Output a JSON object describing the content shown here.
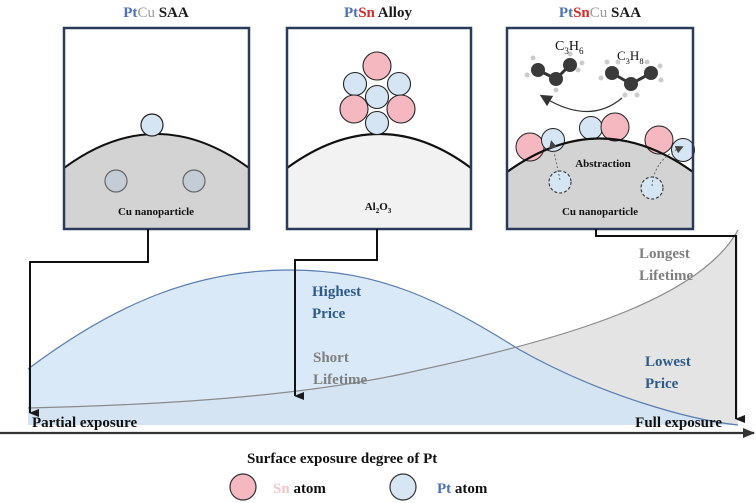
{
  "panels": [
    {
      "title_parts": [
        {
          "text": "Pt",
          "color": "#4a72b8"
        },
        {
          "text": "Cu",
          "color": "#9a9a9a"
        },
        {
          "text": " SAA",
          "color": "#1a1a1a"
        }
      ],
      "support_label": "Cu nanoparticle",
      "support_color": "#d3d3d3"
    },
    {
      "title_parts": [
        {
          "text": "Pt",
          "color": "#4a72b8"
        },
        {
          "text": "Sn",
          "color": "#d62b2b"
        },
        {
          "text": " Alloy",
          "color": "#1a1a1a"
        }
      ],
      "support_label_main": "Al",
      "support_label_sub1": "2",
      "support_label_mid": "O",
      "support_label_sub2": "3",
      "support_color": "#f0f0f0"
    },
    {
      "title_parts": [
        {
          "text": "Pt",
          "color": "#4a72b8"
        },
        {
          "text": "Sn",
          "color": "#d62b2b"
        },
        {
          "text": "Cu",
          "color": "#9a9a9a"
        },
        {
          "text": " SAA",
          "color": "#1a1a1a"
        }
      ],
      "molecule_1": {
        "base": "C",
        "sub1": "3",
        "mid": "H",
        "sub2": "6"
      },
      "molecule_2": {
        "base": "C",
        "sub1": "3",
        "mid": "H",
        "sub2": "8"
      },
      "process_label": "Abstraction",
      "support_label": "Cu nanoparticle",
      "support_color": "#d3d3d3"
    }
  ],
  "chart": {
    "x_axis_label": "Surface exposure degree of Pt",
    "left_end_label": "Partial exposure",
    "right_end_label": "Full exposure",
    "annotations": {
      "highest_price": [
        "Highest",
        "Price"
      ],
      "short_lifetime": [
        "Short",
        "Lifetime"
      ],
      "longest_lifetime": [
        "Longest",
        "Lifetime"
      ],
      "lowest_price": [
        "Lowest",
        "Price"
      ]
    },
    "colors": {
      "price_fill": "#d6e8f8",
      "price_line": "#5a7cb0",
      "lifetime_fill": "#e2e2e2",
      "lifetime_line": "#8a8a8a",
      "price_text": "#2e5a88",
      "lifetime_text": "#7f7f7f"
    }
  },
  "legend": [
    {
      "symbol_color": "#f5b8c0",
      "label_colored": "Sn",
      "label_color": "#f5c6cc",
      "label_rest": " atom"
    },
    {
      "symbol_color": "#d8e6f3",
      "label_colored": "Pt",
      "label_color": "#4a72b8",
      "label_rest": " atom"
    }
  ],
  "colors": {
    "frame": "#2c3a5a",
    "sn_atom": "#f5b8c0",
    "pt_atom": "#d6e5f3"
  }
}
